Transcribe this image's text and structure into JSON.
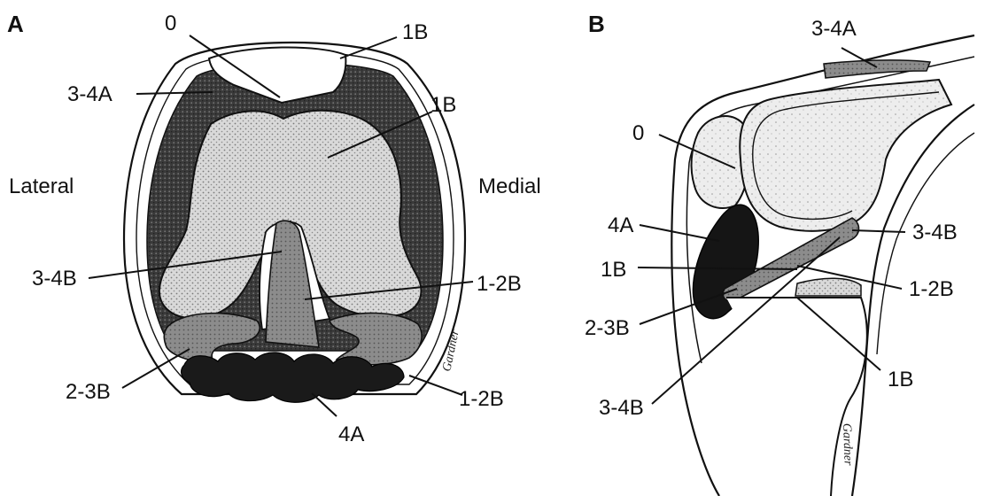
{
  "panels": {
    "a": {
      "letter": "A",
      "side_labels": {
        "lateral": "Lateral",
        "medial": "Medial"
      },
      "labels": [
        "0",
        "1B",
        "3-4A",
        "1B",
        "3-4B",
        "1-2B",
        "2-3B",
        "1-2B",
        "4A"
      ],
      "signature": "Gardner"
    },
    "b": {
      "letter": "B",
      "labels": [
        "3-4A",
        "0",
        "4A",
        "3-4B",
        "1B",
        "1-2B",
        "2-3B",
        "1B",
        "3-4B"
      ],
      "signature": "Gardner"
    }
  }
}
